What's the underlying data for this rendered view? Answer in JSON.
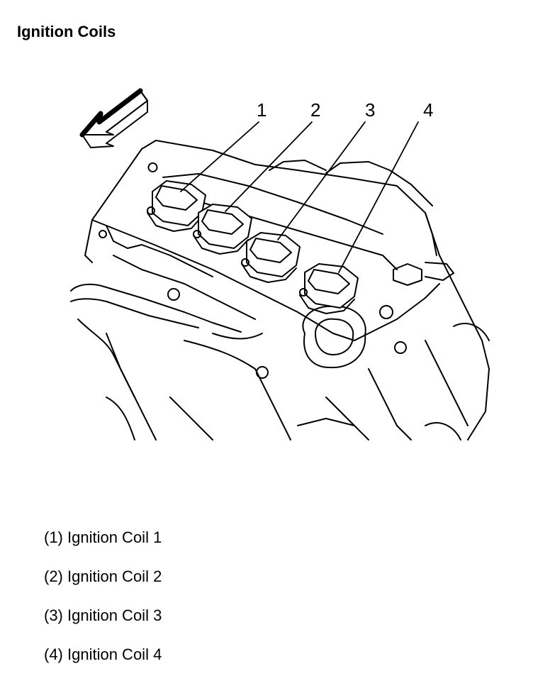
{
  "title": "Ignition Coils",
  "callouts": [
    "1",
    "2",
    "3",
    "4"
  ],
  "legend": [
    "(1) Ignition Coil 1",
    "(2) Ignition Coil 2",
    "(3) Ignition Coil 3",
    "(4) Ignition Coil 4"
  ]
}
